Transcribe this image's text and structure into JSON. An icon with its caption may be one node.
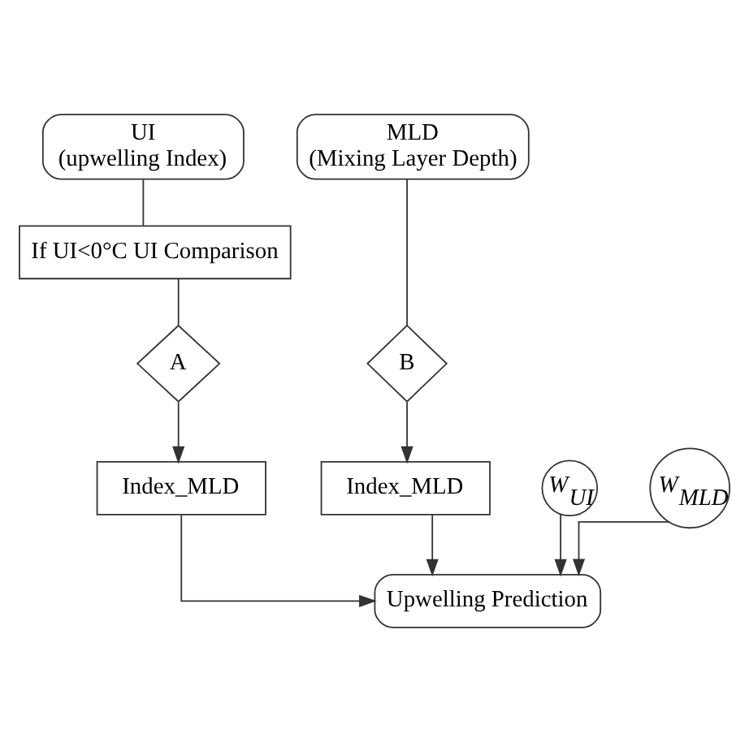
{
  "diagram": {
    "nodes": [
      {
        "text": [
          "UI",
          "(upwelling Index)"
        ]
      },
      {
        "text": [
          "MLD",
          "(Mixing Layer Depth)"
        ]
      },
      {
        "text": [
          "If UI<0°C UI Comparison"
        ]
      },
      {
        "text": [
          "A"
        ]
      },
      {
        "text": [
          "B"
        ]
      },
      {
        "text": [
          "Index_MLD"
        ]
      },
      {
        "text": [
          "Index_MLD"
        ]
      },
      {
        "text": [
          "W$_{UI}$"
        ]
      },
      {
        "text": [
          "W$_{MLD}$"
        ]
      },
      {
        "text": [
          "Upwelling Prediction"
        ]
      }
    ],
    "edges": [
      {
        "from": 0,
        "to": 2,
        "arrow": "none"
      },
      {
        "from": 2,
        "to": 3,
        "arrow": "none"
      },
      {
        "from": 1,
        "to": 4,
        "arrow": "none"
      },
      {
        "from": 3,
        "to": 5,
        "arrow": "to"
      },
      {
        "from": 4,
        "to": 6,
        "arrow": "to"
      },
      {
        "from": 5,
        "to": 9,
        "arrow": "to"
      },
      {
        "from": 6,
        "to": 9,
        "arrow": "to"
      },
      {
        "from": 7,
        "to": 9,
        "arrow": "to"
      },
      {
        "from": 8,
        "to": 9,
        "arrow": "to"
      }
    ]
  }
}
